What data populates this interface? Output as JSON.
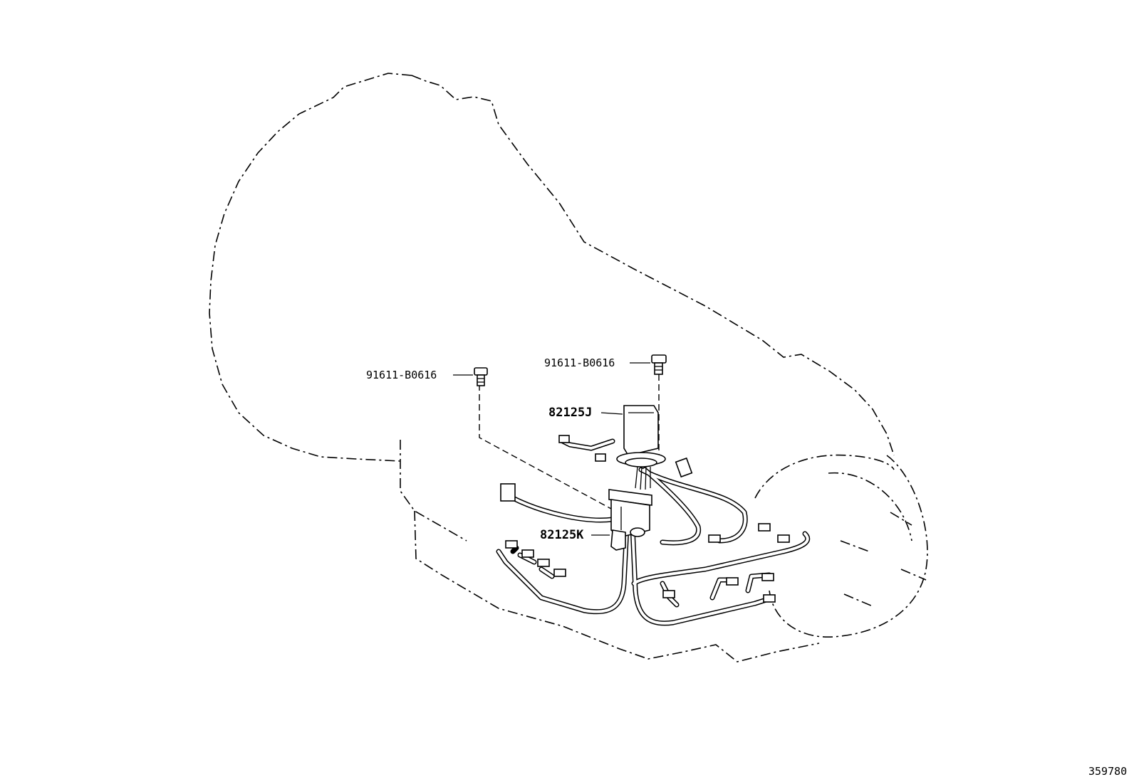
{
  "diagram": {
    "callouts": {
      "bolt_left": "91611-B0616",
      "bolt_right": "91611-B0616",
      "harness_upper": "82125J",
      "harness_lower": "82125K"
    },
    "reference_number": "359780"
  }
}
